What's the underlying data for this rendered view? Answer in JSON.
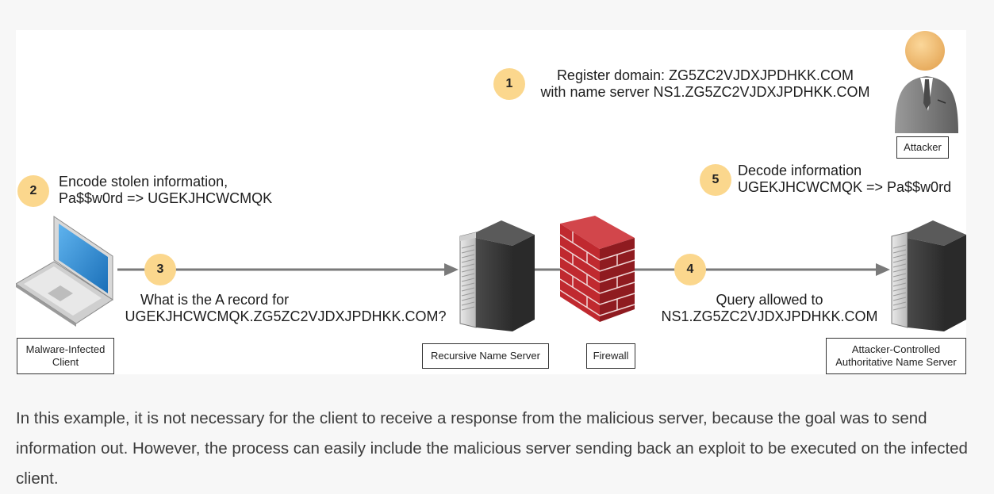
{
  "diagram": {
    "steps": [
      {
        "number": "1",
        "line1": "Register domain:  ZG5ZC2VJDXJPDHKK.COM",
        "line2": "with name server NS1.ZG5ZC2VJDXJPDHKK.COM"
      },
      {
        "number": "2",
        "line1": "Encode stolen information,",
        "line2": "Pa$$w0rd => UGEKJHCWCMQK"
      },
      {
        "number": "3",
        "line1": "What is the A record for",
        "line2": "UGEKJHCWCMQK.ZG5ZC2VJDXJPDHKK.COM?"
      },
      {
        "number": "4",
        "line1": "Query allowed to",
        "line2": "NS1.ZG5ZC2VJDXJPDHKK.COM"
      },
      {
        "number": "5",
        "line1": "Decode information",
        "line2": "UGEKJHCWCMQK => Pa$$w0rd"
      }
    ],
    "labels": {
      "client_line1": "Malware-Infected",
      "client_line2": "Client",
      "recursive": "Recursive Name Server",
      "firewall": "Firewall",
      "auth_line1": "Attacker-Controlled",
      "auth_line2": "Authoritative Name Server",
      "attacker": "Attacker"
    },
    "colors": {
      "badge": "#fbd78d",
      "arrow": "#7a7a7a",
      "brick": "#c0292f",
      "server": "#3b3b3b",
      "screen": "#2a88d0"
    }
  },
  "caption": "In this example, it is not necessary for the client to receive a response from the malicious server, because the goal was to send information out. However, the process can easily include the malicious server sending back an exploit to be executed on the infected client."
}
